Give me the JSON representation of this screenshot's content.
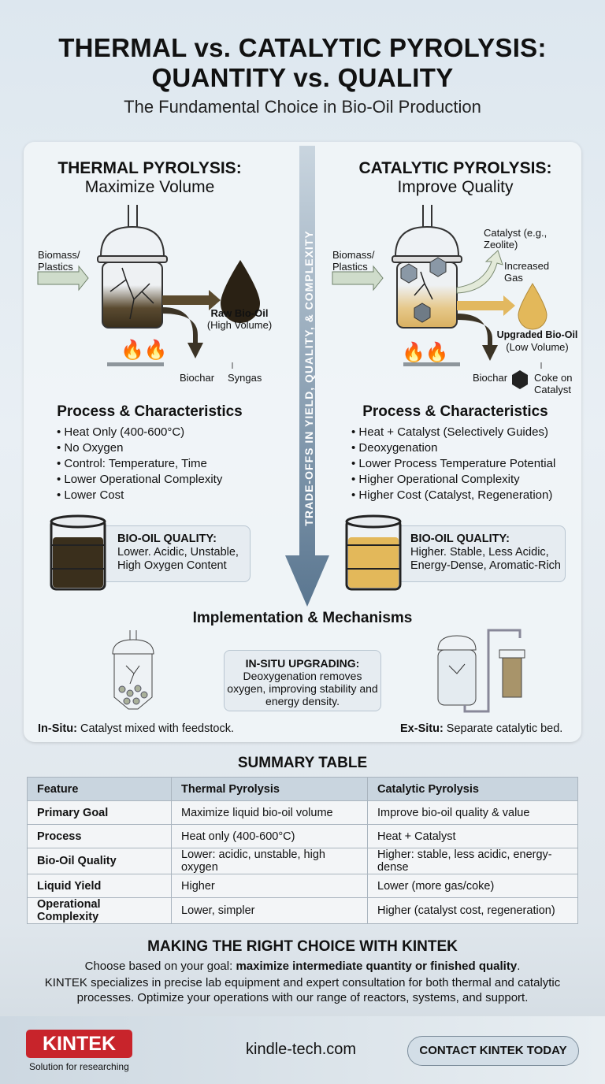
{
  "header": {
    "title_line1": "THERMAL vs. CATALYTIC PYROLYSIS:",
    "title_line2": "QUANTITY vs. QUALITY",
    "subtitle": "The Fundamental Choice in Bio-Oil Production"
  },
  "divider_arrow": {
    "label": "TRADE-OFFS IN YIELD, QUALITY, & COMPLEXITY"
  },
  "thermal": {
    "title": "THERMAL PYROLYSIS:",
    "subtitle": "Maximize Volume",
    "input": "Biomass/ Plastics",
    "oil_label": "Raw Bio-Oil",
    "oil_sub": "(High Volume)",
    "biochar": "Biochar",
    "syngas": "Syngas",
    "process_heading": "Process & Characteristics",
    "bullets": [
      "Heat Only (400-600°C)",
      "No Oxygen",
      "Control: Temperature, Time",
      "Lower Operational Complexity",
      "Lower Cost"
    ],
    "quality_title": "BIO-OIL QUALITY:",
    "quality_text": "Lower. Acidic, Unstable, High Oxygen Content",
    "oil_color": "#3a2f1c"
  },
  "catalytic": {
    "title": "CATALYTIC PYROLYSIS:",
    "subtitle": "Improve Quality",
    "input": "Biomass/ Plastics",
    "catalyst": "Catalyst (e.g., Zeolite)",
    "gas": "Increased Gas",
    "oil_label": "Upgraded Bio-Oil",
    "oil_sub": "(Low Volume)",
    "biochar": "Biochar",
    "coke": "Coke on Catalyst",
    "process_heading": "Process & Characteristics",
    "bullets": [
      "Heat + Catalyst (Selectively Guides)",
      "Deoxygenation",
      "Lower Process Temperature Potential",
      "Higher Operational Complexity",
      "Higher Cost (Catalyst, Regeneration)"
    ],
    "quality_title": "BIO-OIL QUALITY:",
    "quality_text": "Higher. Stable, Less Acidic, Energy-Dense, Aromatic-Rich",
    "oil_color": "#e3b85a"
  },
  "implementation": {
    "heading": "Implementation & Mechanisms",
    "insitu_bold": "In-Situ:",
    "insitu_text": " Catalyst mixed with feedstock.",
    "box_title": "IN-SITU UPGRADING:",
    "box_text": "Deoxygenation removes oxygen, improving stability and energy density.",
    "exsitu_bold": "Ex-Situ:",
    "exsitu_text": " Separate catalytic bed."
  },
  "summary": {
    "heading": "SUMMARY TABLE",
    "columns": [
      "Feature",
      "Thermal Pyrolysis",
      "Catalytic Pyrolysis"
    ],
    "rows": [
      [
        "Primary Goal",
        "Maximize liquid bio-oil volume",
        "Improve bio-oil quality & value"
      ],
      [
        "Process",
        "Heat only (400-600°C)",
        "Heat + Catalyst"
      ],
      [
        "Bio-Oil Quality",
        "Lower: acidic, unstable, high oxygen",
        "Higher: stable, less acidic, energy-dense"
      ],
      [
        "Liquid Yield",
        "Higher",
        "Lower (more gas/coke)"
      ],
      [
        "Operational Complexity",
        "Lower, simpler",
        "Higher (catalyst cost, regeneration)"
      ]
    ]
  },
  "cta": {
    "heading": "MAKING THE RIGHT CHOICE WITH KINTEK",
    "line1_plain": "Choose based on your goal: ",
    "line1_bold": "maximize intermediate quantity or finished quality",
    "line1_end": ".",
    "paragraph": "KINTEK specializes in precise lab equipment and expert consultation for both thermal and catalytic processes. Optimize your operations with our range of reactors, systems, and support."
  },
  "footer": {
    "logo": "KINTEK",
    "tagline": "Solution for researching",
    "website": "kindle-tech.com",
    "button": "CONTACT KINTEK TODAY",
    "brand_color": "#c8242b"
  }
}
